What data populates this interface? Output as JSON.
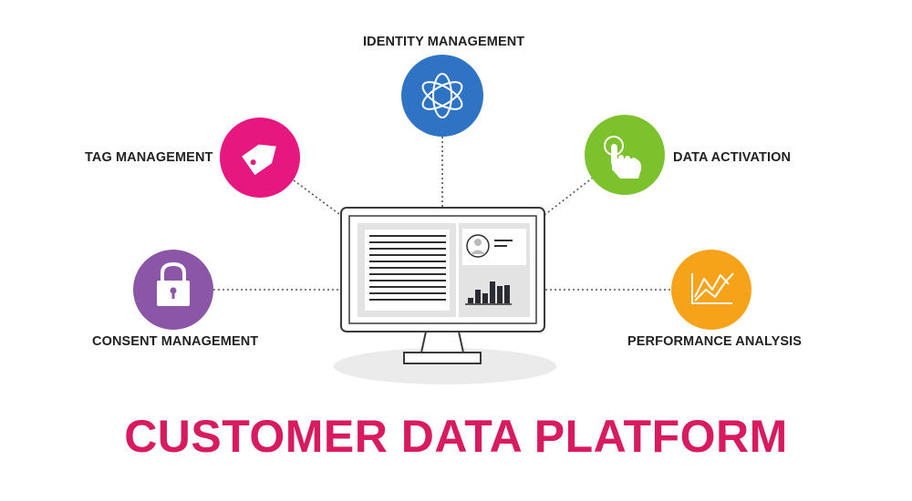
{
  "title": "CUSTOMER DATA PLATFORM",
  "nodes": {
    "identity": {
      "label": "IDENTITY MANAGEMENT",
      "color": "#2e73c4",
      "icon": "interlocked-loops-icon"
    },
    "tag": {
      "label": "TAG MANAGEMENT",
      "color": "#e6177f",
      "icon": "tag-icon"
    },
    "activation": {
      "label": "DATA ACTIVATION",
      "color": "#7cc22d",
      "icon": "pointing-hand-icon"
    },
    "consent": {
      "label": "CONSENT MANAGEMENT",
      "color": "#8c56a6",
      "icon": "padlock-icon"
    },
    "performance": {
      "label": "PERFORMANCE ANALYSIS",
      "color": "#f6a31a",
      "icon": "line-chart-icon"
    }
  },
  "colors": {
    "title": "#d81b60",
    "outline": "#3a3a3a",
    "connector": "#555555",
    "shadow": "#ebebeb"
  }
}
